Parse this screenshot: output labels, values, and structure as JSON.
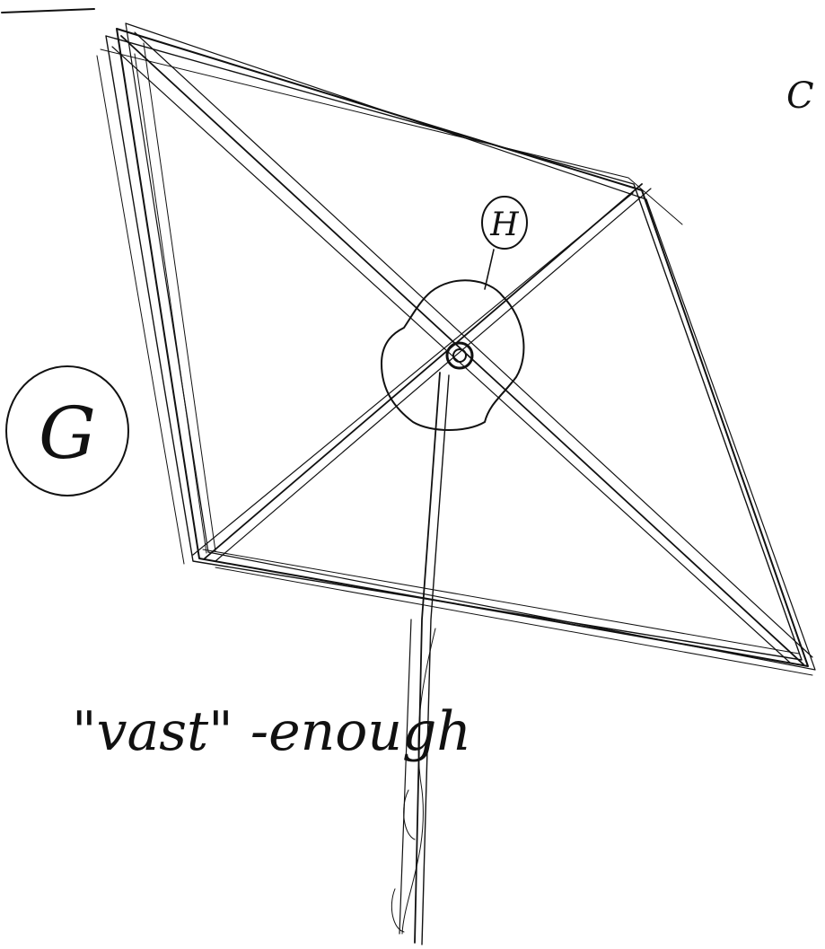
{
  "sketch": {
    "ink_color": "#111111",
    "paper_color": "#ffffff",
    "labels": {
      "circle_g": "G",
      "circle_h": "H",
      "edge_letter": "C",
      "caption": "\"vast\" -enough"
    }
  }
}
